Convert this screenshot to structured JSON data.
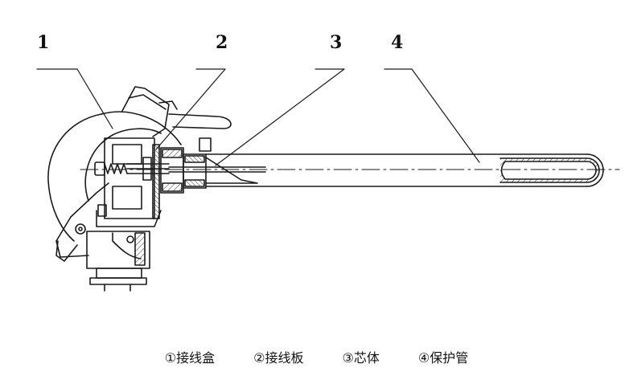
{
  "callouts": {
    "c1": "1",
    "c2": "2",
    "c3": "3",
    "c4": "4"
  },
  "legend": {
    "item1": "①接线盒",
    "item2": "②接线板",
    "item3": "③芯体",
    "item4": "④保护管"
  },
  "colors": {
    "line": "#1a1a1a",
    "hatch": "#333333",
    "background": "#ffffff"
  }
}
